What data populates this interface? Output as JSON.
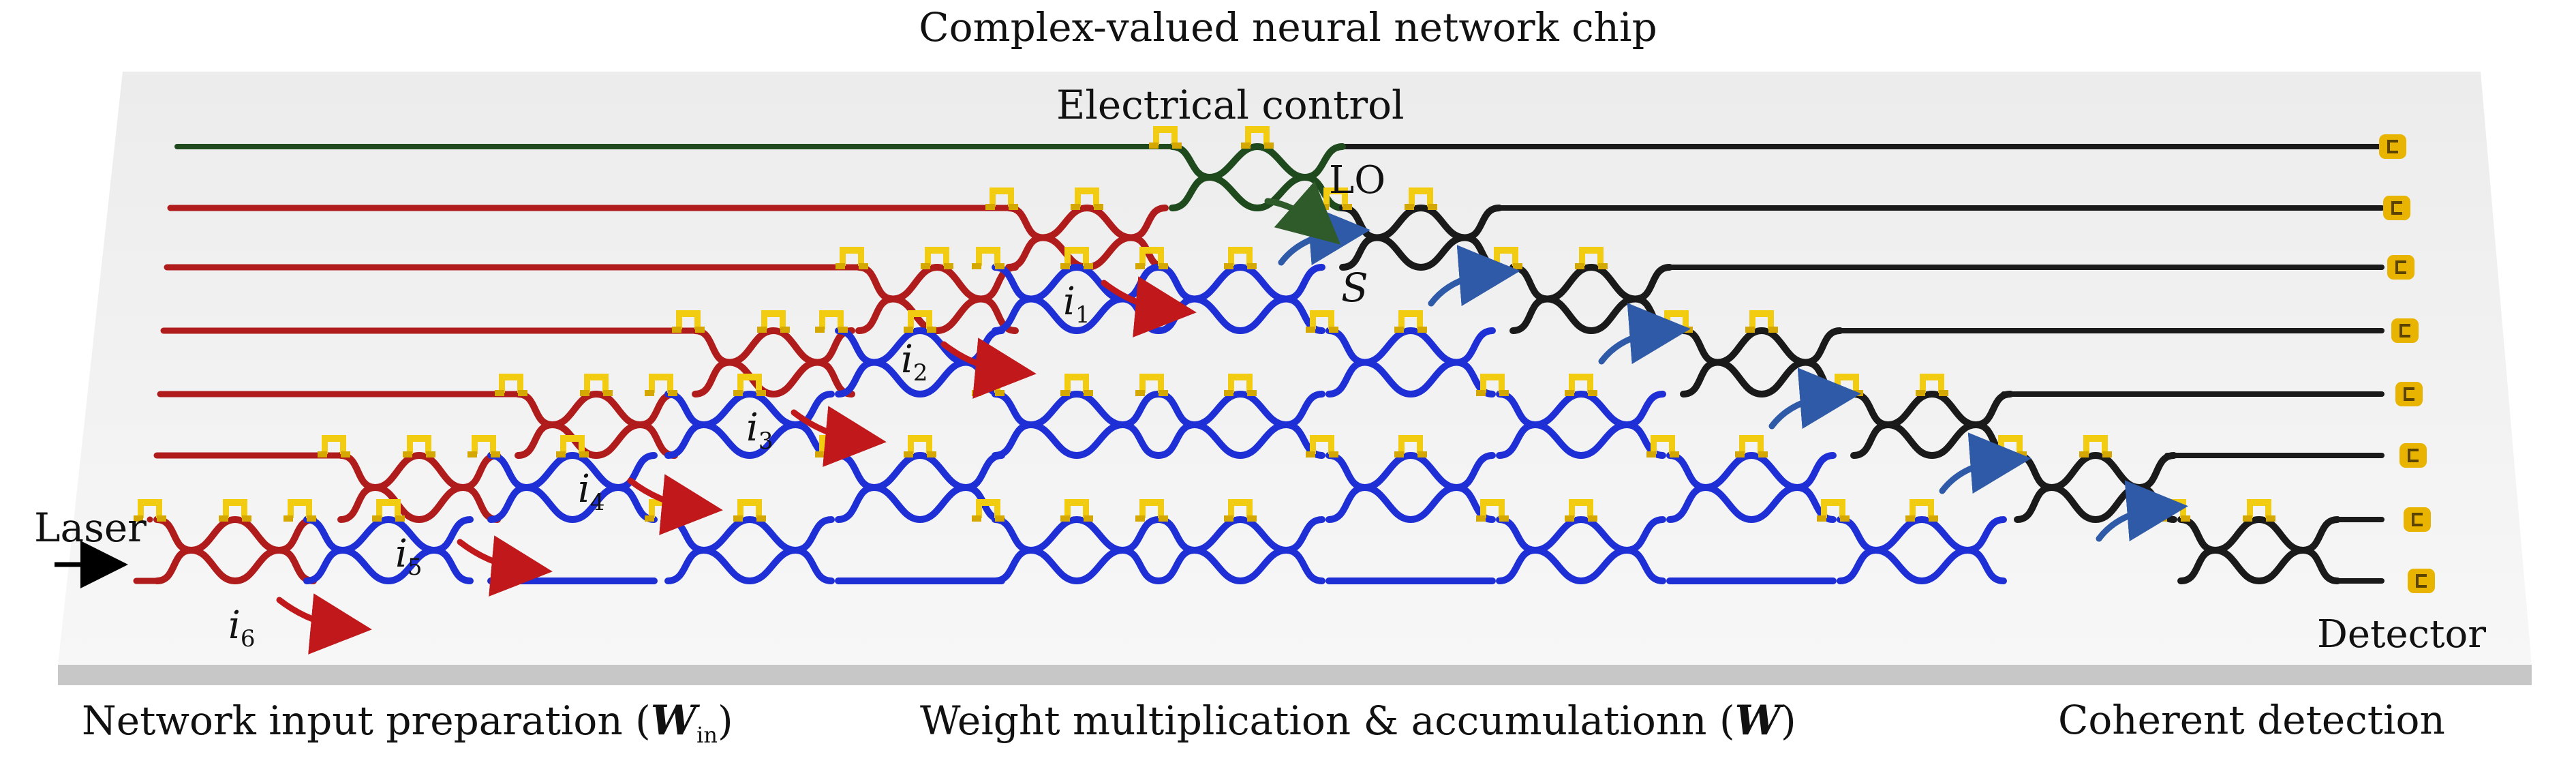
{
  "title": "Complex-valued neural network chip",
  "labels": {
    "electrical_control": "Electrical control",
    "lo": "LO",
    "signal": "S",
    "laser": "Laser",
    "detector": "Detector"
  },
  "inputs": [
    {
      "base": "i",
      "sub": "1"
    },
    {
      "base": "i",
      "sub": "2"
    },
    {
      "base": "i",
      "sub": "3"
    },
    {
      "base": "i",
      "sub": "4"
    },
    {
      "base": "i",
      "sub": "5"
    },
    {
      "base": "i",
      "sub": "6"
    }
  ],
  "captions": {
    "input_prep": "Network input preparation (",
    "input_prep_symbol": "W",
    "input_prep_sub": "in",
    "input_prep_end": ")",
    "weights": "Weight multiplication & accumulationn (",
    "weights_symbol": "W",
    "weights_end": ")",
    "detection": "Coherent detection"
  },
  "colors": {
    "input_waveguide": "#b01c1c",
    "weight_waveguide": "#1f2fd6",
    "lo_waveguide": "#1e4a1e",
    "output_waveguide": "#1a1a1a",
    "heater": "#f2cc10",
    "detector": "#e8b400",
    "input_arrow": "#c0181b",
    "signal_arrow": "#2e5aa8",
    "lo_arrow": "#2f5a2a",
    "chip_surface": "#f1f1f1"
  }
}
